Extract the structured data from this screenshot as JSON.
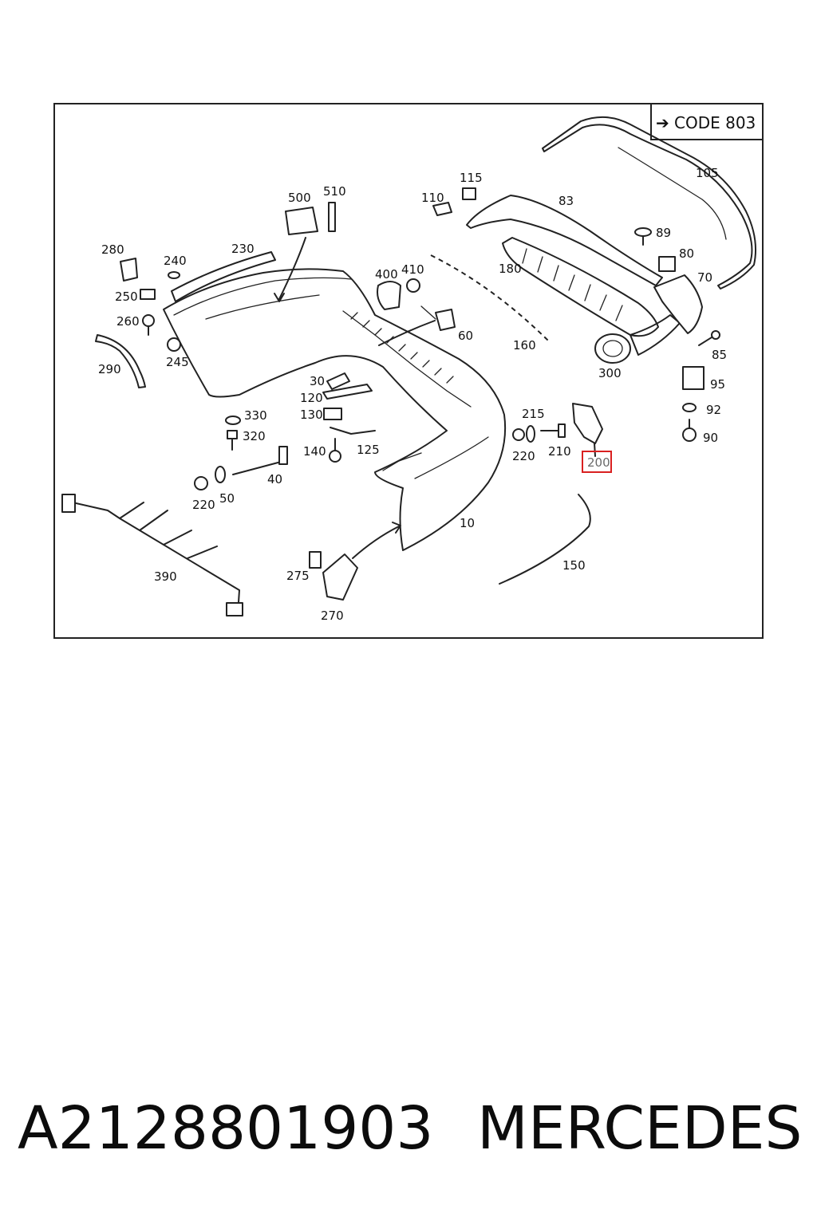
{
  "code_box": "CODE 803",
  "highlight_label": "200",
  "labels": {
    "l280": "280",
    "l240": "240",
    "l230": "230",
    "l250": "250",
    "l260": "260",
    "l245": "245",
    "l290": "290",
    "l500": "500",
    "l510": "510",
    "l110": "110",
    "l115": "115",
    "l83": "83",
    "l105": "105",
    "l89": "89",
    "l80": "80",
    "l70": "70",
    "l400": "400",
    "l410": "410",
    "l180": "180",
    "l60": "60",
    "l160": "160",
    "l300": "300",
    "l85": "85",
    "l95": "95",
    "l92": "92",
    "l90": "90",
    "l30": "30",
    "l120": "120",
    "l130": "130",
    "l140": "140",
    "l125": "125",
    "l330": "330",
    "l320": "320",
    "l40": "40",
    "l220a": "220",
    "l50": "50",
    "l215": "215",
    "l220b": "220",
    "l210": "210",
    "l10": "10",
    "l390": "390",
    "l275": "275",
    "l270": "270",
    "l150": "150"
  },
  "part_number": "A2128801903",
  "brand": "MERCEDES"
}
